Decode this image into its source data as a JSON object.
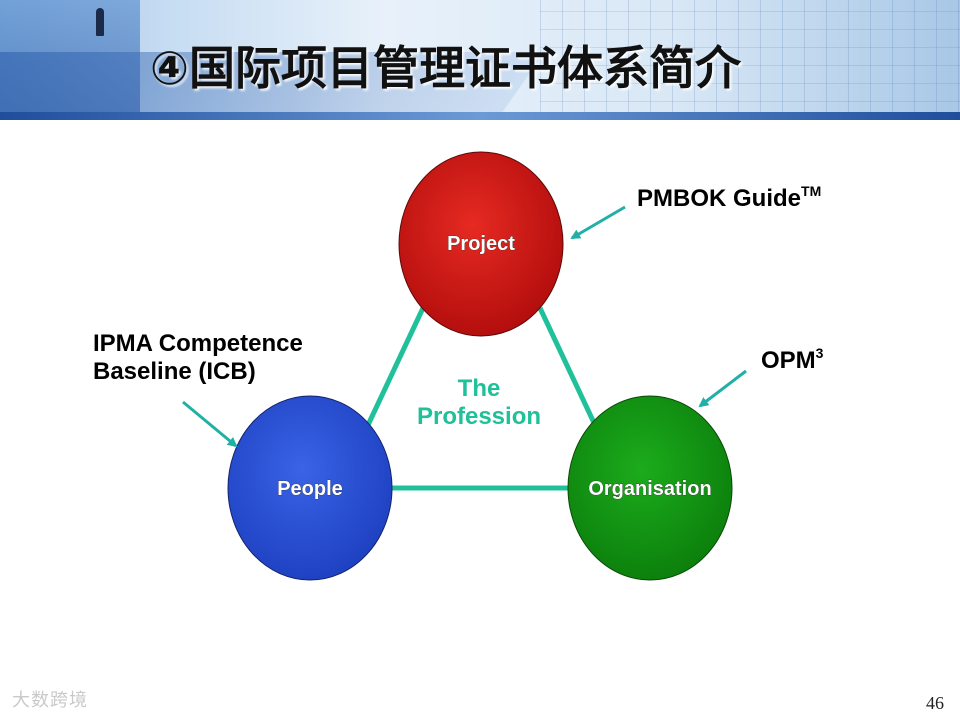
{
  "title": "④国际项目管理证书体系简介",
  "diagram": {
    "nodes": {
      "project": {
        "label": "Project",
        "color": "#d01616"
      },
      "people": {
        "label": "People",
        "color": "#2a4fd6"
      },
      "organisation": {
        "label": "Organisation",
        "color": "#159a15"
      }
    },
    "center_text": [
      "The",
      "Profession"
    ],
    "connector_color": "#20c09a",
    "annotations": {
      "icb": [
        "IPMA Competence",
        "Baseline (ICB)"
      ],
      "pmbok": {
        "text": "PMBOK Guide",
        "superscript": "TM"
      },
      "opm": {
        "text": "OPM",
        "superscript": "3"
      }
    }
  },
  "page_number": "46",
  "watermark": "大数跨境"
}
